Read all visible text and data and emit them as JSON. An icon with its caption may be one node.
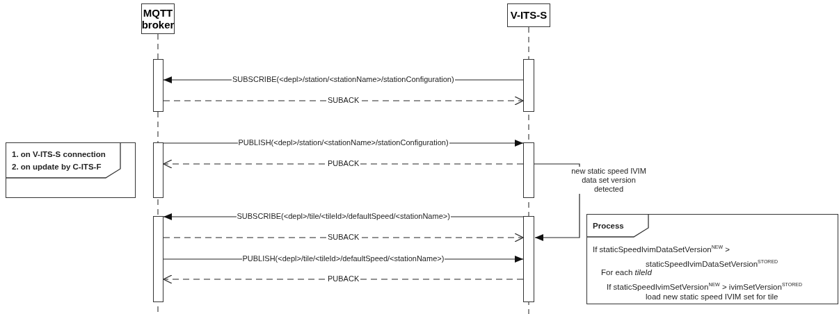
{
  "diagram": {
    "nodes": [
      {
        "text": [
          "MQTT broker"
        ]
      },
      {
        "text": [
          "V-ITS-S"
        ]
      },
      {
        "text": [],
        "shape": "bar"
      },
      {
        "text": [],
        "shape": "bar"
      },
      {
        "text": [],
        "shape": "bar"
      },
      {
        "text": [],
        "shape": "bar"
      },
      {
        "text": [],
        "shape": "bar"
      },
      {
        "text": [],
        "shape": "bar"
      },
      {
        "text": [
          "1. on V-ITS-S connection",
          "2. on update by C-ITS-F"
        ]
      },
      {
        "text": [
          "Process",
          "If staticSpeedIvimDataSetVersion$^{NEW}$ > staticSpeedIvimDataSetVersion$^{STORED}$",
          "For each *tileId*",
          "If staticSpeedIvimSetVersion$^{NEW}$ > ivimSetVersion$^{STORED}$",
          "load new static speed IVIM set for tile"
        ]
      }
    ],
    "edges": [
      {
        "from": 3,
        "to": 2,
        "arrow": "to",
        "label": "SUBSCRIBE(<depl>/station/<stationName>/stationConfiguration)"
      },
      {
        "from": 2,
        "to": 3,
        "arrow": "to",
        "style": "dashed",
        "label": "SUBACK"
      },
      {
        "from": 4,
        "to": 5,
        "arrow": "to",
        "label": "PUBLISH(<depl>/station/<stationName>/stationConfiguration)"
      },
      {
        "from": 5,
        "to": 4,
        "arrow": "to",
        "style": "dashed",
        "label": "PUBACK"
      },
      {
        "from": 5,
        "to": 7,
        "arrow": "to",
        "label": "new static speed IVIM data set version detected"
      },
      {
        "from": 7,
        "to": 6,
        "arrow": "to",
        "label": "SUBSCRIBE(<depl>/tile/<tileId>/defaultSpeed/<stationName>)"
      },
      {
        "from": 6,
        "to": 7,
        "arrow": "to",
        "style": "dashed",
        "label": "SUBACK"
      },
      {
        "from": 6,
        "to": 7,
        "arrow": "to",
        "label": "PUBLISH(<depl>/tile/<tileId>/defaultSpeed/<stationName>)"
      },
      {
        "from": 7,
        "to": 6,
        "arrow": "to",
        "style": "dashed",
        "label": "PUBACK"
      }
    ]
  }
}
